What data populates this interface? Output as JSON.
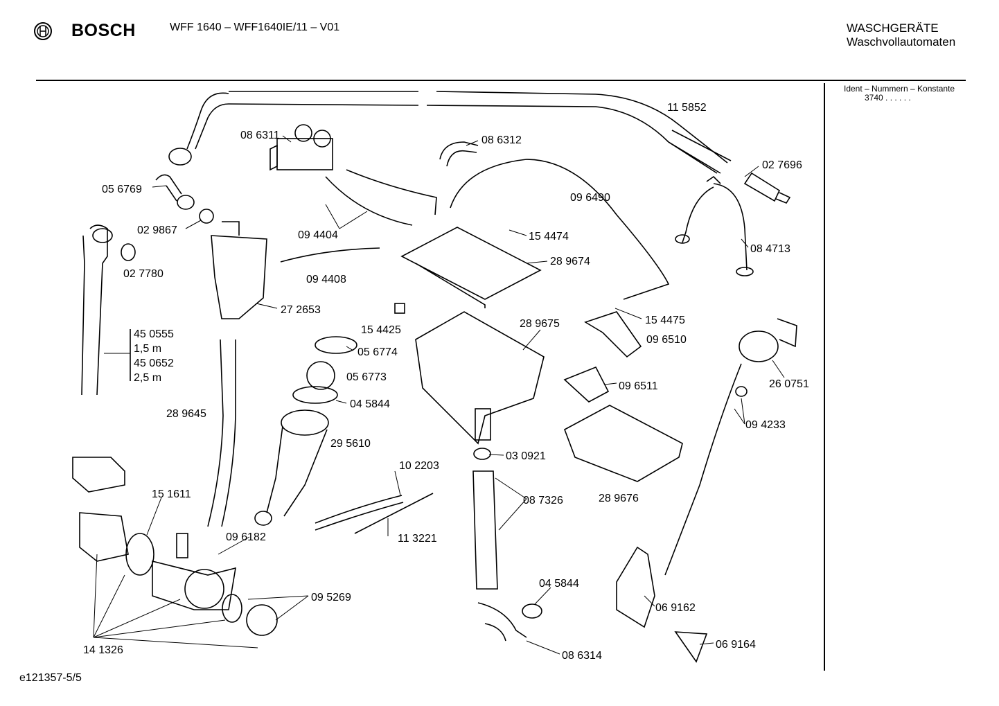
{
  "header": {
    "brand": "BOSCH",
    "model": "WFF 1640 – WFF1640IE/11 – V01",
    "category_line1": "WASCHGERÄTE",
    "category_line2": "Waschvollautomaten"
  },
  "sidebar": {
    "ident_label": "Ident – Nummern – Konstante",
    "ident_value": "3740  . .    . . . ."
  },
  "footer": {
    "code": "e121357-5/5"
  },
  "parts": {
    "p115852": "11 5852",
    "p086311": "08 6311",
    "p086312": "08 6312",
    "p027696": "02 7696",
    "p056769": "05 6769",
    "p096490": "09 6490",
    "p029867": "02 9867",
    "p094404": "09 4404",
    "p154474": "15 4474",
    "p084713": "08 4713",
    "p027780": "02 7780",
    "p289674": "28 9674",
    "p094408": "09 4408",
    "p272653": "27 2653",
    "p154425": "15 4425",
    "p289675": "28 9675",
    "p154475": "15 4475",
    "p096510": "09 6510",
    "p056774": "05 6774",
    "p056773": "05 6773",
    "p045844a": "04 5844",
    "p096511": "09 6511",
    "p260751": "26 0751",
    "p289645": "28 9645",
    "p094233": "09 4233",
    "p295610": "29 5610",
    "p102203": "10 2203",
    "p030921": "03 0921",
    "p151611": "15 1611",
    "p087326": "08 7326",
    "p289676": "28 9676",
    "p096182": "09 6182",
    "p113221": "11 3221",
    "p045844b": "04 5844",
    "p095269": "09 5269",
    "p069162": "06 9162",
    "p141326": "14 1326",
    "p069164": "06 9164",
    "p086314": "08 6314",
    "hose_lines": [
      "45 0555",
      "1,5 m",
      "45 0652",
      "2,5 m"
    ]
  }
}
